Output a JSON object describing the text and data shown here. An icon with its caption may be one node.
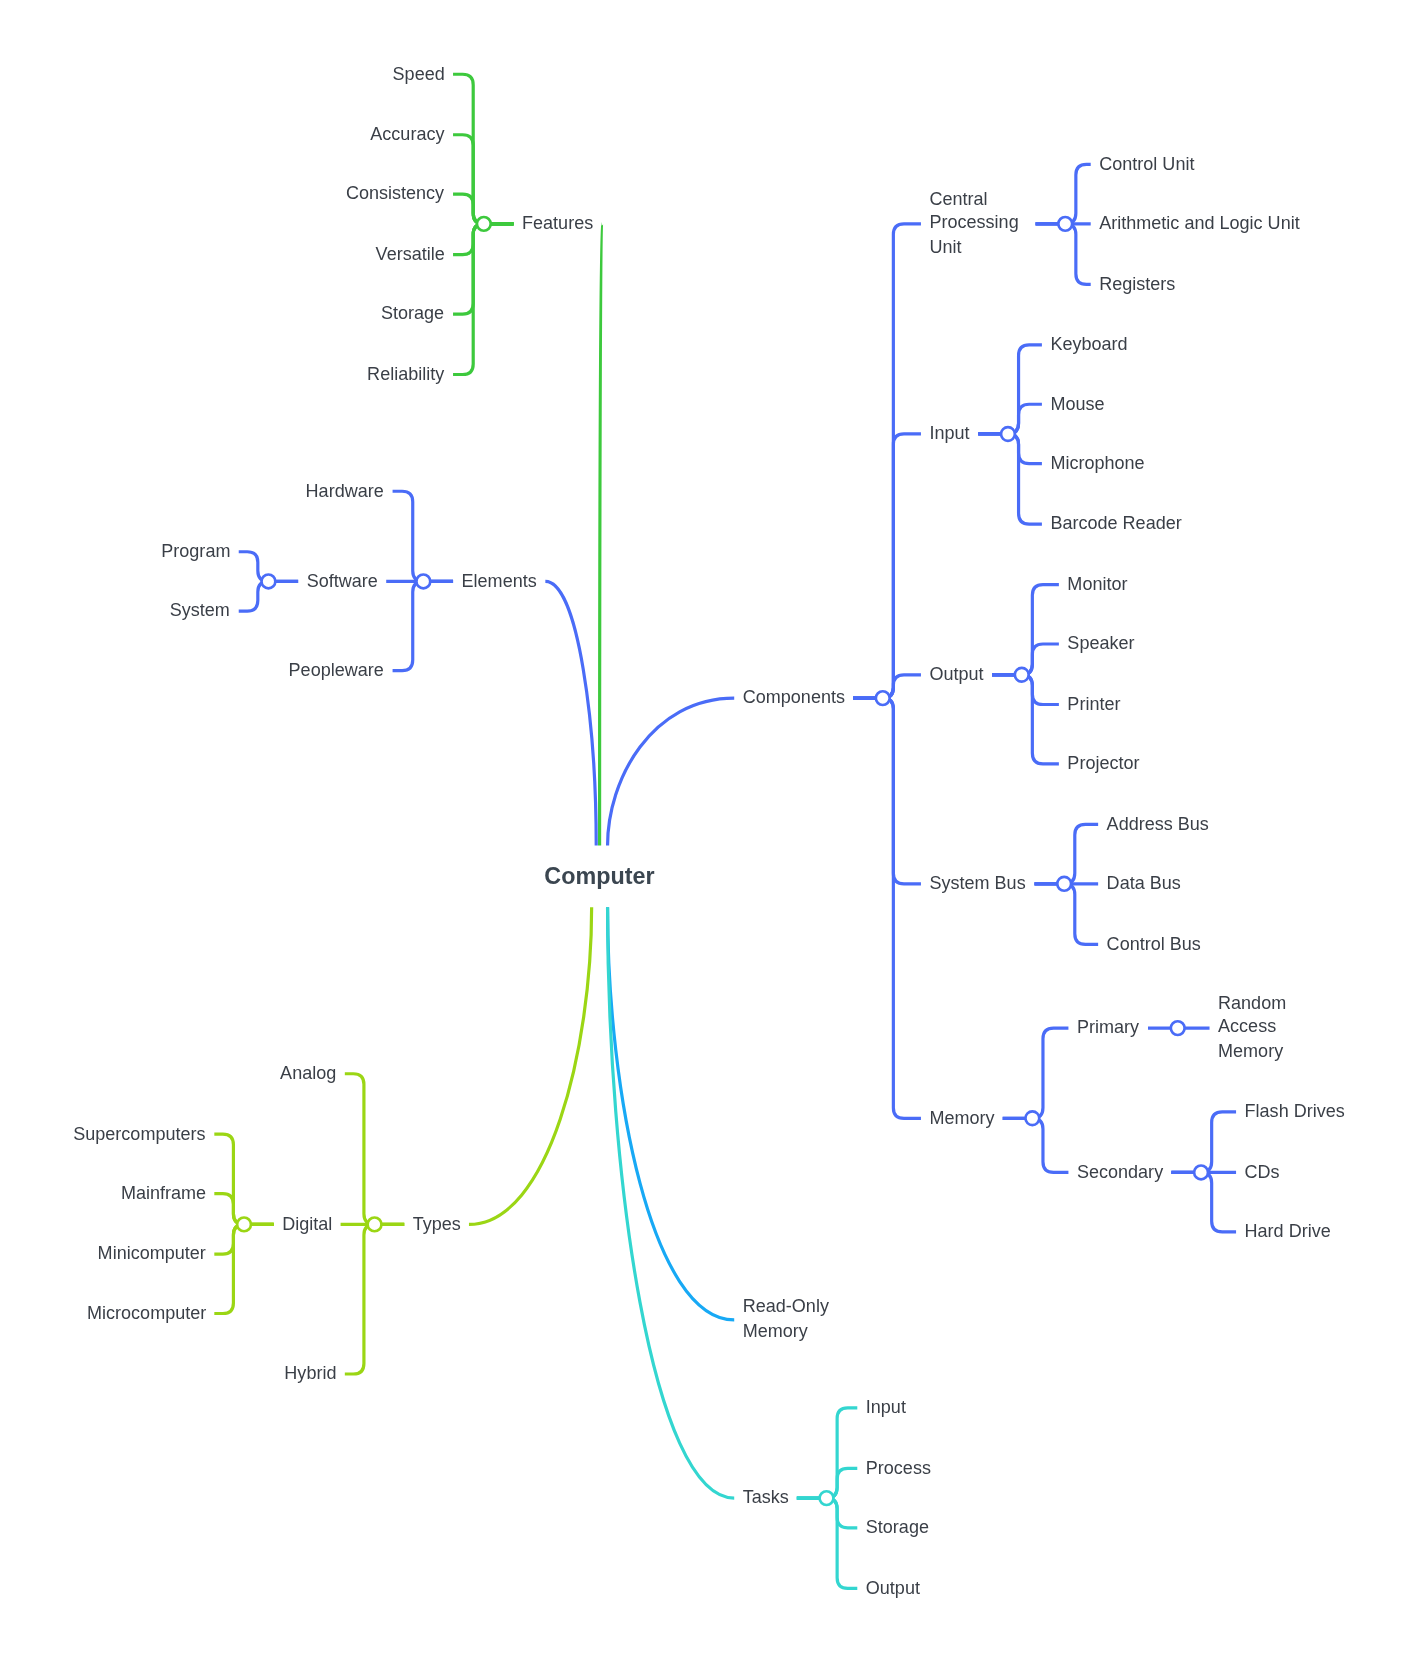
{
  "diagram": {
    "nodes": [
      {
        "text": [
          "Computer"
        ]
      },
      {
        "text": [
          "Features"
        ]
      },
      {
        "text": [
          "Speed"
        ]
      },
      {
        "text": [
          "Accuracy"
        ]
      },
      {
        "text": [
          "Consistency"
        ]
      },
      {
        "text": [
          "Versatile"
        ]
      },
      {
        "text": [
          "Storage"
        ]
      },
      {
        "text": [
          "Reliability"
        ]
      },
      {
        "text": [
          "Elements"
        ]
      },
      {
        "text": [
          "Hardware"
        ]
      },
      {
        "text": [
          "Software"
        ]
      },
      {
        "text": [
          "Program"
        ]
      },
      {
        "text": [
          "System"
        ]
      },
      {
        "text": [
          "Peopleware"
        ]
      },
      {
        "text": [
          "Components"
        ]
      },
      {
        "text": [
          "Central Processing Unit"
        ]
      },
      {
        "text": [
          "Control Unit"
        ]
      },
      {
        "text": [
          "Arithmetic and Logic Unit"
        ]
      },
      {
        "text": [
          "Registers"
        ]
      },
      {
        "text": [
          "Input"
        ]
      },
      {
        "text": [
          "Keyboard"
        ]
      },
      {
        "text": [
          "Mouse"
        ]
      },
      {
        "text": [
          "Microphone"
        ]
      },
      {
        "text": [
          "Barcode Reader"
        ]
      },
      {
        "text": [
          "Output"
        ]
      },
      {
        "text": [
          "Monitor"
        ]
      },
      {
        "text": [
          "Speaker"
        ]
      },
      {
        "text": [
          "Printer"
        ]
      },
      {
        "text": [
          "Projector"
        ]
      },
      {
        "text": [
          "System Bus"
        ]
      },
      {
        "text": [
          "Address Bus"
        ]
      },
      {
        "text": [
          "Data Bus"
        ]
      },
      {
        "text": [
          "Control Bus"
        ]
      },
      {
        "text": [
          "Memory"
        ]
      },
      {
        "text": [
          "Primary"
        ]
      },
      {
        "text": [
          "Random Access Memory"
        ]
      },
      {
        "text": [
          "Secondary"
        ]
      },
      {
        "text": [
          "Flash Drives"
        ]
      },
      {
        "text": [
          "CDs"
        ]
      },
      {
        "text": [
          "Hard Drive"
        ]
      },
      {
        "text": [
          "Types"
        ]
      },
      {
        "text": [
          "Analog"
        ]
      },
      {
        "text": [
          "Digital"
        ]
      },
      {
        "text": [
          "Supercomputers"
        ]
      },
      {
        "text": [
          "Mainframe"
        ]
      },
      {
        "text": [
          "Minicomputer"
        ]
      },
      {
        "text": [
          "Microcomputer"
        ]
      },
      {
        "text": [
          "Hybrid"
        ]
      },
      {
        "text": [
          "Read-Only Memory"
        ]
      },
      {
        "text": [
          "Tasks"
        ]
      },
      {
        "text": [
          "Input"
        ]
      },
      {
        "text": [
          "Process"
        ]
      },
      {
        "text": [
          "Storage"
        ]
      },
      {
        "text": [
          "Output"
        ]
      }
    ],
    "edges": [
      {
        "from": 0,
        "to": 1,
        "arrow": "none",
        "color": "#3dc93d"
      },
      {
        "from": 1,
        "to": 2,
        "arrow": "none",
        "color": "#3dc93d"
      },
      {
        "from": 1,
        "to": 3,
        "arrow": "none",
        "color": "#3dc93d"
      },
      {
        "from": 1,
        "to": 4,
        "arrow": "none",
        "color": "#3dc93d"
      },
      {
        "from": 1,
        "to": 5,
        "arrow": "none",
        "color": "#3dc93d"
      },
      {
        "from": 1,
        "to": 6,
        "arrow": "none",
        "color": "#3dc93d"
      },
      {
        "from": 1,
        "to": 7,
        "arrow": "none",
        "color": "#3dc93d"
      },
      {
        "from": 0,
        "to": 8,
        "arrow": "none"
      },
      {
        "from": 8,
        "to": 9,
        "arrow": "none"
      },
      {
        "from": 8,
        "to": 10,
        "arrow": "none"
      },
      {
        "from": 10,
        "to": 11,
        "arrow": "none"
      },
      {
        "from": 10,
        "to": 12,
        "arrow": "none"
      },
      {
        "from": 8,
        "to": 13,
        "arrow": "none"
      },
      {
        "from": 0,
        "to": 14,
        "arrow": "none"
      },
      {
        "from": 14,
        "to": 15,
        "arrow": "none"
      },
      {
        "from": 15,
        "to": 16,
        "arrow": "none"
      },
      {
        "from": 15,
        "to": 17,
        "arrow": "none"
      },
      {
        "from": 15,
        "to": 18,
        "arrow": "none"
      },
      {
        "from": 14,
        "to": 19,
        "arrow": "none"
      },
      {
        "from": 19,
        "to": 20,
        "arrow": "none"
      },
      {
        "from": 19,
        "to": 21,
        "arrow": "none"
      },
      {
        "from": 19,
        "to": 22,
        "arrow": "none"
      },
      {
        "from": 19,
        "to": 23,
        "arrow": "none"
      },
      {
        "from": 14,
        "to": 24,
        "arrow": "none"
      },
      {
        "from": 24,
        "to": 25,
        "arrow": "none"
      },
      {
        "from": 24,
        "to": 26,
        "arrow": "none"
      },
      {
        "from": 24,
        "to": 27,
        "arrow": "none"
      },
      {
        "from": 24,
        "to": 28,
        "arrow": "none"
      },
      {
        "from": 14,
        "to": 29,
        "arrow": "none"
      },
      {
        "from": 29,
        "to": 30,
        "arrow": "none"
      },
      {
        "from": 29,
        "to": 31,
        "arrow": "none"
      },
      {
        "from": 29,
        "to": 32,
        "arrow": "none"
      },
      {
        "from": 14,
        "to": 33,
        "arrow": "none"
      },
      {
        "from": 33,
        "to": 34,
        "arrow": "none"
      },
      {
        "from": 34,
        "to": 35,
        "arrow": "none"
      },
      {
        "from": 33,
        "to": 36,
        "arrow": "none"
      },
      {
        "from": 36,
        "to": 37,
        "arrow": "none"
      },
      {
        "from": 36,
        "to": 38,
        "arrow": "none"
      },
      {
        "from": 36,
        "to": 39,
        "arrow": "none"
      },
      {
        "from": 0,
        "to": 40,
        "arrow": "none",
        "color": "#9bd614"
      },
      {
        "from": 40,
        "to": 41,
        "arrow": "none",
        "color": "#9bd614"
      },
      {
        "from": 40,
        "to": 42,
        "arrow": "none",
        "color": "#9bd614"
      },
      {
        "from": 42,
        "to": 43,
        "arrow": "none",
        "color": "#9bd614"
      },
      {
        "from": 42,
        "to": 44,
        "arrow": "none",
        "color": "#9bd614"
      },
      {
        "from": 42,
        "to": 45,
        "arrow": "none",
        "color": "#9bd614"
      },
      {
        "from": 42,
        "to": 46,
        "arrow": "none",
        "color": "#9bd614"
      },
      {
        "from": 40,
        "to": 47,
        "arrow": "none",
        "color": "#9bd614"
      },
      {
        "from": 0,
        "to": 48,
        "arrow": "none",
        "color": "#17a9f5"
      },
      {
        "from": 0,
        "to": 49,
        "arrow": "none",
        "color": "#33d6d0"
      },
      {
        "from": 49,
        "to": 50,
        "arrow": "none",
        "color": "#33d6d0"
      },
      {
        "from": 49,
        "to": 51,
        "arrow": "none",
        "color": "#33d6d0"
      },
      {
        "from": 49,
        "to": 52,
        "arrow": "none",
        "color": "#33d6d0"
      },
      {
        "from": 49,
        "to": 53,
        "arrow": "none",
        "color": "#33d6d0"
      }
    ]
  }
}
